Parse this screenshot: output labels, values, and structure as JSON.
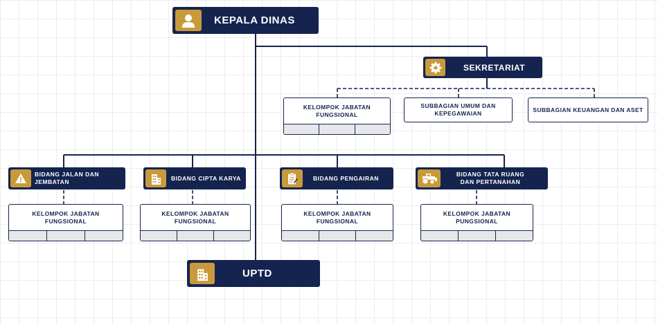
{
  "colors": {
    "navy": "#14244f",
    "gold": "#c99a3b",
    "cell": "#e6e7eb"
  },
  "head": {
    "label": "KEPALA DINAS",
    "icon": "person-icon"
  },
  "sekretariat": {
    "label": "SEKRETARIAT",
    "icon": "gear-icon",
    "units": [
      {
        "label": "KELOMPOK JABATAN FUNGSIONAL",
        "cells": 3
      },
      {
        "label": "SUBBAGIAN UMUM DAN KEPEGAWAIAN"
      },
      {
        "label": "SUBBAGIAN KEUANGAN DAN ASET"
      }
    ]
  },
  "bidang": [
    {
      "label": "BIDANG JALAN DAN JEMBATAN",
      "icon": "road-warning-icon",
      "group": "KELOMPOK JABATAN FUNGSIONAL"
    },
    {
      "label": "BIDANG CIPTA KARYA",
      "icon": "building-icon",
      "group": "KELOMPOK JABATAN FUNGSIONAL"
    },
    {
      "label": "BIDANG PENGAIRAN",
      "icon": "clipboard-icon",
      "group": "KELOMPOK JABATAN FUNGSIONAL"
    },
    {
      "label": "BIDANG TATA RUANG DAN PERTANAHAN",
      "icon": "tractor-icon",
      "group": "KELOMPOK JABATAN PUNGSIONAL"
    }
  ],
  "uptd": {
    "label": "UPTD",
    "icon": "building-icon"
  }
}
